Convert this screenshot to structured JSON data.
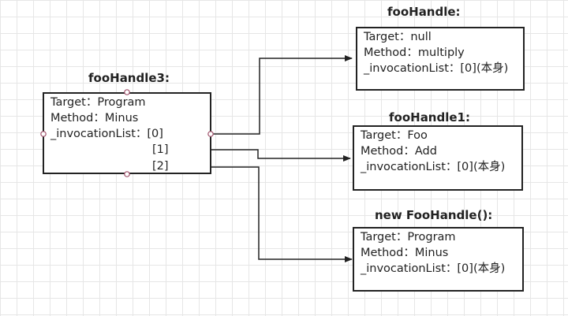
{
  "source": {
    "title": "fooHandle3:",
    "target": "Target：Program",
    "method": "Method：Minus",
    "invocation": "_invocationList：[0]",
    "idx1": "[1]",
    "idx2": "[2]"
  },
  "targets": [
    {
      "title": "fooHandle:",
      "target": "Target：null",
      "method": "Method：multiply",
      "invocation": "_invocationList：[0](本身)"
    },
    {
      "title": "fooHandle1:",
      "target": "Target：Foo",
      "method": "Method：Add",
      "invocation": "_invocationList：[0](本身)"
    },
    {
      "title": "new FooHandle():",
      "target": "Target：Program",
      "method": "Method：Minus",
      "invocation": "_invocationList：[0](本身)"
    }
  ],
  "colors": {
    "line": "#222222",
    "handle": "#a0506a"
  }
}
